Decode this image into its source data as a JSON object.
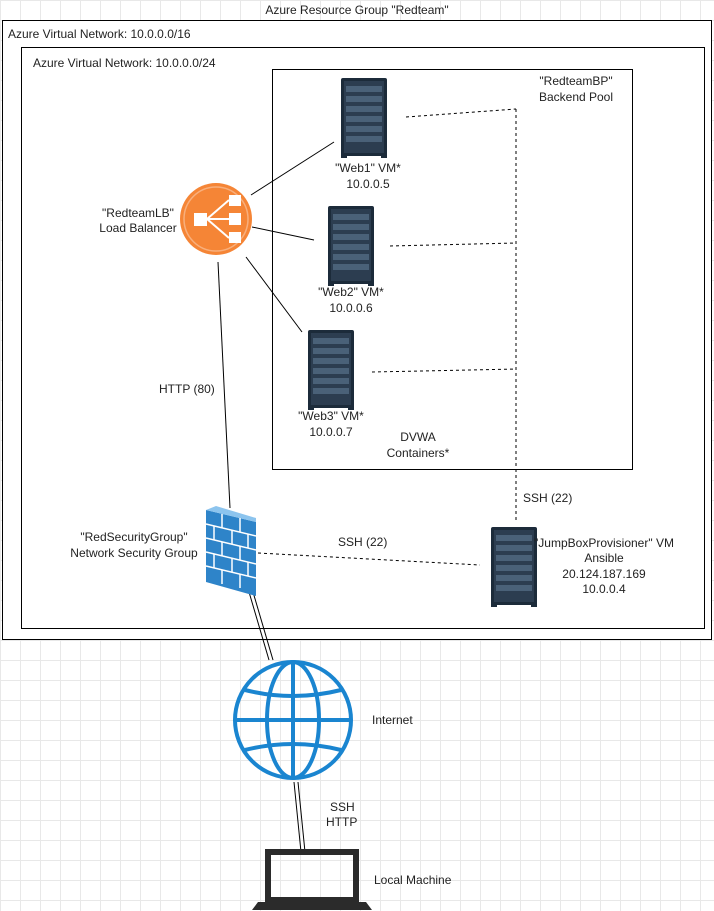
{
  "resource_group": {
    "label": "Azure Resource Group \"Redteam\""
  },
  "outer_vnet": {
    "label": "Azure Virtual Network: 10.0.0.0/16"
  },
  "inner_vnet": {
    "label": "Azure Virtual Network: 10.0.0.0/24"
  },
  "backend_pool": {
    "line1": "\"RedteamBP\"",
    "line2": "Backend Pool"
  },
  "load_balancer": {
    "line1": "\"RedteamLB\"",
    "line2": "Load Balancer"
  },
  "web1": {
    "name": "\"Web1\" VM*",
    "ip": "10.0.0.5"
  },
  "web2": {
    "name": "\"Web2\" VM*",
    "ip": "10.0.0.6"
  },
  "web3": {
    "name": "\"Web3\" VM*",
    "ip": "10.0.0.7"
  },
  "dvwa": {
    "line1": "DVWA",
    "line2": "Containers*"
  },
  "http_link": {
    "label": "HTTP (80)"
  },
  "ssh_pool_link": {
    "label": "SSH (22)"
  },
  "ssh_nsg_link": {
    "label": "SSH (22)"
  },
  "nsg": {
    "line1": "\"RedSecurityGroup\"",
    "line2": "Network Security Group"
  },
  "jumpbox": {
    "line1": "\"JumpBoxProvisioner\" VM",
    "line2": "Ansible",
    "line3": "20.124.187.169",
    "line4": "10.0.0.4"
  },
  "internet": {
    "label": "Internet"
  },
  "local_link": {
    "line1": "SSH",
    "line2": "HTTP"
  },
  "local_machine": {
    "label": "Local Machine"
  },
  "colors": {
    "lb_orange": "#f58536",
    "firewall_blue": "#2e84c9",
    "globe_blue": "#1a85d0",
    "server_dark": "#1c2b3a"
  }
}
